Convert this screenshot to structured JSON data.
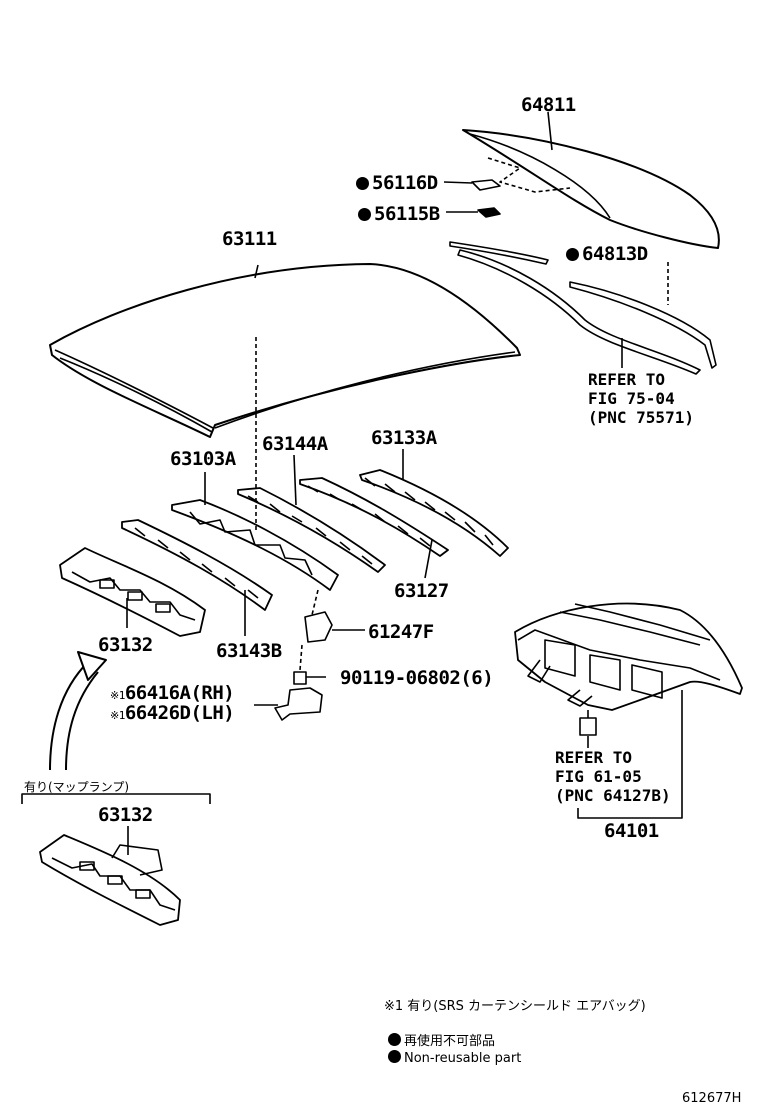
{
  "labels": {
    "p64811": "64811",
    "p56116d": "56116D",
    "p56115b": "56115B",
    "p64813d": "64813D",
    "p63111": "63111",
    "p63103a": "63103A",
    "p63144a": "63144A",
    "p63133a": "63133A",
    "p63127": "63127",
    "p61247f": "61247F",
    "p63132": "63132",
    "p63143b": "63143B",
    "p90119": "90119-06802(6)",
    "p66416a": "66416A(RH)",
    "p66426d": "66426D(LH)",
    "p63132b": "63132",
    "p64101": "64101",
    "mark1": "※1",
    "mark2": "※1"
  },
  "refs": {
    "ref1": [
      "REFER TO",
      "FIG 75-04",
      "(PNC 75571)"
    ],
    "ref2": [
      "REFER TO",
      "FIG 61-05",
      "(PNC 64127B)"
    ]
  },
  "notes": {
    "map_lamp": "有り(マップランプ)",
    "srs_note": "※1 有り(SRS カーテンシールド エアバッグ)",
    "nonreuse_jp": "再使用不可部品",
    "nonreuse_en": "Non-reusable part"
  },
  "figure_id": "612677H"
}
